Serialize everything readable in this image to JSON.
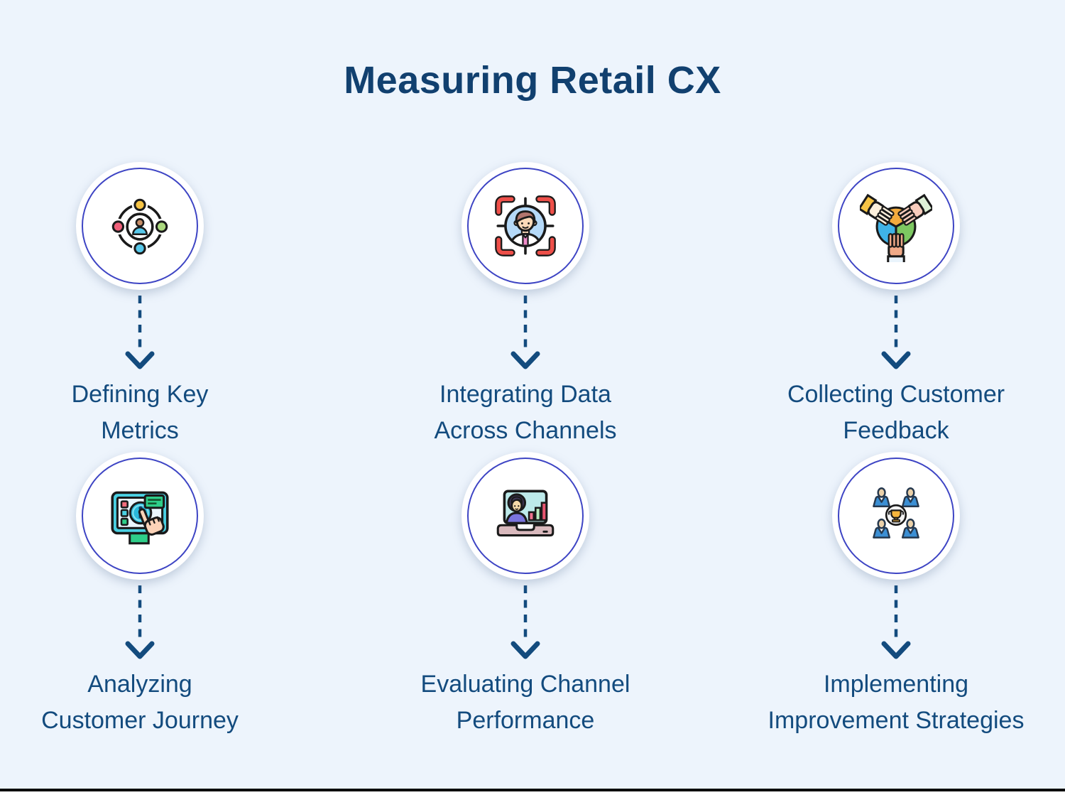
{
  "title": "Measuring Retail CX",
  "colors": {
    "background": "#edf4fc",
    "title_text": "#11406f",
    "label_text": "#134b7e",
    "arrow": "#134b7e",
    "circle_ring": "#3d44c4",
    "circle_fill": "#ffffff"
  },
  "steps": [
    {
      "label": "Defining Key\nMetrics",
      "icon": "orbit-user-icon"
    },
    {
      "label": "Integrating Data\nAcross Channels",
      "icon": "focus-user-icon"
    },
    {
      "label": "Collecting Customer\nFeedback",
      "icon": "hands-together-icon"
    },
    {
      "label": "Analyzing\nCustomer Journey",
      "icon": "kiosk-info-icon"
    },
    {
      "label": "Evaluating Channel\nPerformance",
      "icon": "laptop-chart-icon"
    },
    {
      "label": "Implementing\nImprovement Strategies",
      "icon": "team-trophy-icon"
    }
  ]
}
